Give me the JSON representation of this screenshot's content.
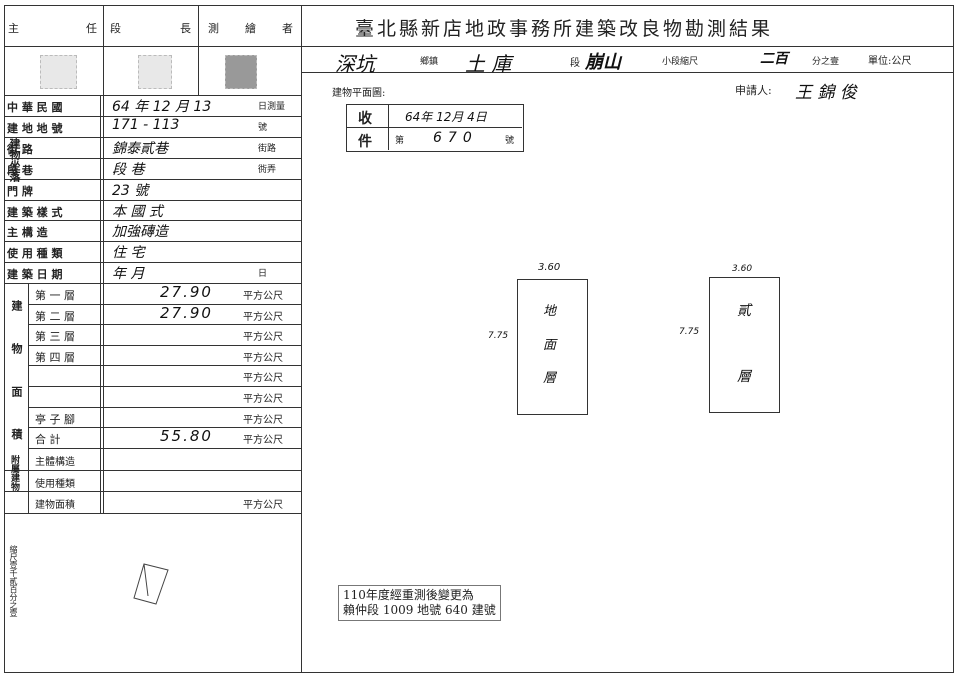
{
  "header": {
    "zhuren": "主",
    "ren": "任",
    "duan": "段",
    "zhang": "長",
    "ce": "測",
    "hui": "繪",
    "zhe": "者",
    "title": "臺北縣新店地政事務所建築改良物勘測結果"
  },
  "location": {
    "township": "深坑",
    "township_suffix": "鄉鎮",
    "section": "土 庫",
    "section_suffix": "段",
    "subsection": "崩山",
    "subsection_suffix": "小段縮尺",
    "scale_value": "二百",
    "scale_suffix": "分之壹",
    "unit": "單位:公尺"
  },
  "form_rows": [
    {
      "label": "中 華 民 國",
      "value": "64 年 12  月  13",
      "suffix": "日測量"
    },
    {
      "label": "建 地 地 號",
      "value": "171 - 113",
      "suffix": "號"
    },
    {
      "label": "街    路",
      "value": "錦泰貳巷",
      "suffix": "街路"
    },
    {
      "label": "段    巷",
      "value": "段        巷",
      "suffix": "衖弄"
    },
    {
      "label": "門    牌",
      "value": "23 號",
      "suffix": ""
    },
    {
      "label": "建 築 樣 式",
      "value": "本 國 式",
      "suffix": ""
    },
    {
      "label": "主    構 造",
      "value": "加強磚造",
      "suffix": ""
    },
    {
      "label": "使 用 種 類",
      "value": "住 宅",
      "suffix": ""
    },
    {
      "label": "建 築 日 期",
      "value": "年          月",
      "suffix": "日"
    }
  ],
  "side_labels": {
    "building_location": "建物坐落",
    "building_area": "建 物 面 積",
    "accessory": "附屬建物",
    "scale_note": "縮尺壹千貳百分之壹"
  },
  "area_rows": [
    {
      "label": "第 一 層",
      "value": "27.90",
      "unit": "平方公尺"
    },
    {
      "label": "第 二 層",
      "value": "27.90",
      "unit": "平方公尺"
    },
    {
      "label": "第 三 層",
      "value": "",
      "unit": "平方公尺"
    },
    {
      "label": "第 四 層",
      "value": "",
      "unit": "平方公尺"
    },
    {
      "label": "",
      "value": "",
      "unit": "平方公尺"
    },
    {
      "label": "",
      "value": "",
      "unit": "平方公尺"
    },
    {
      "label": "亭 子 腳",
      "value": "",
      "unit": "平方公尺"
    },
    {
      "label": "合    計",
      "value": "55.80",
      "unit": "平方公尺"
    }
  ],
  "accessory_rows": [
    {
      "label": "主體構造",
      "unit": ""
    },
    {
      "label": "使用種類",
      "unit": ""
    },
    {
      "label": "建物面積",
      "unit": "平方公尺"
    }
  ],
  "plan": {
    "label": "建物平面圖:",
    "applicant_label": "申請人:",
    "applicant_name": "王 錦 俊",
    "receipt_top": "收",
    "receipt_bottom": "件",
    "receipt_date": "64年 12月  4日",
    "receipt_no_prefix": "第",
    "receipt_no": "670",
    "receipt_no_suffix": "號",
    "room1_width": "3.60",
    "room1_height": "7.75",
    "room1_text": [
      "地",
      "面",
      "層"
    ],
    "room2_width": "3.60",
    "room2_height": "7.75",
    "room2_text": [
      "貳",
      "層"
    ],
    "note_line1": "110年度經重測後變更為",
    "note_line2": "賴仲段 1009 地號 640 建號"
  }
}
